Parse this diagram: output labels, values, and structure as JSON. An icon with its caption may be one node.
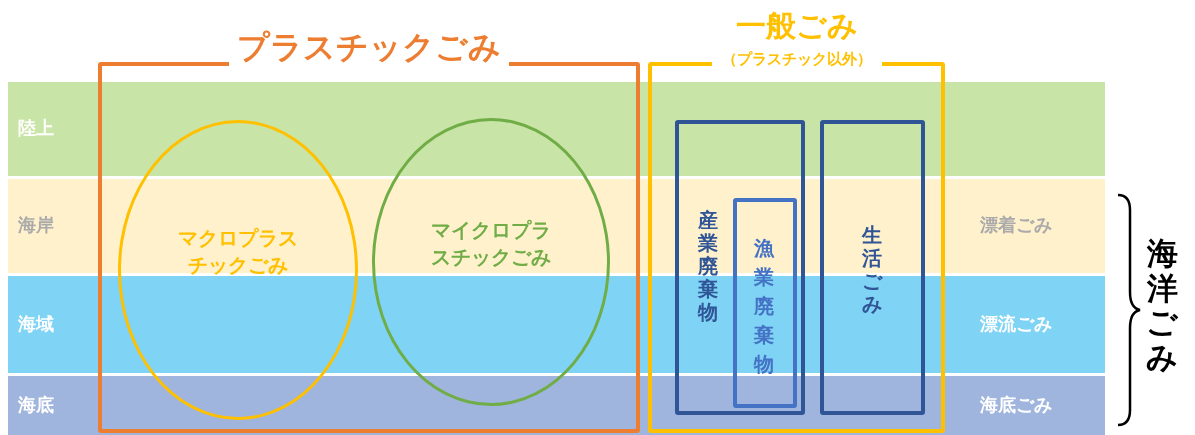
{
  "diagram": {
    "nodes": [
      {
        "text": [
          "陸上"
        ]
      },
      {
        "text": [
          "海岸",
          "漂着ごみ"
        ]
      },
      {
        "text": [
          "海域",
          "漂流ごみ"
        ]
      },
      {
        "text": [
          "海底",
          "海底ごみ"
        ]
      },
      {
        "text": [
          "プラスチックごみ"
        ]
      },
      {
        "text": [
          "マクロプラスチックごみ"
        ],
        "in": 4
      },
      {
        "text": [
          "マイクロプラスチックごみ"
        ],
        "in": 4
      },
      {
        "text": [
          "一般ごみ",
          "（プラスチック以外）"
        ]
      },
      {
        "text": [
          "産業廃棄物"
        ],
        "in": 7
      },
      {
        "text": [
          "漁業廃棄物"
        ],
        "in": 8
      },
      {
        "text": [
          "生活ごみ"
        ],
        "in": 7
      }
    ],
    "labels": [
      "海洋ごみ"
    ]
  }
}
